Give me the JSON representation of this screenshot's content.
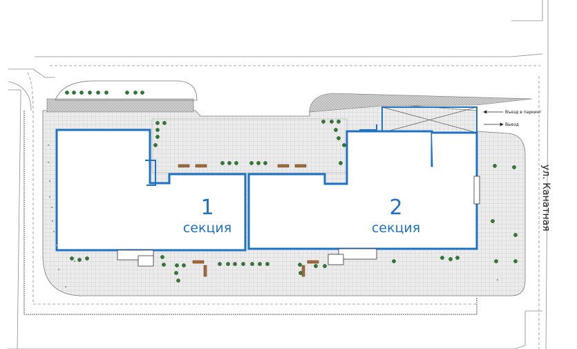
{
  "sections": [
    {
      "number": "1",
      "word": "секция"
    },
    {
      "number": "2",
      "word": "секция"
    }
  ],
  "street": "ул. Канатная",
  "arrows": {
    "parking": "Въезд в паркинг",
    "exit": "Выезд"
  },
  "colors": {
    "building": "#1e72c6",
    "paving": "#e8e8e8",
    "grid": "#b8b8b8",
    "tree": "#2f7a34",
    "bench": "#a26a3a",
    "boundary": "#555555"
  }
}
